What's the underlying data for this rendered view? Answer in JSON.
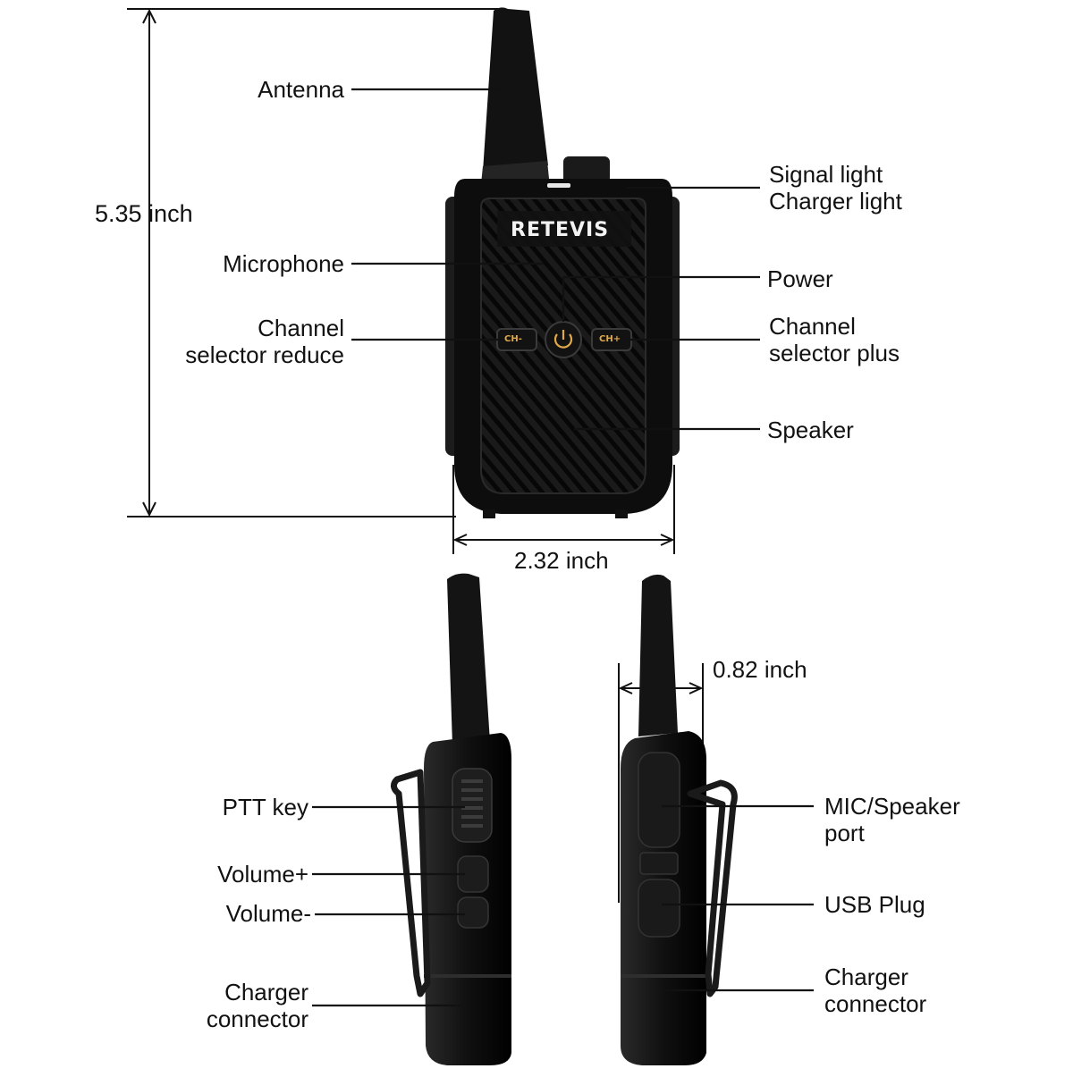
{
  "product": {
    "brand_logo": "RETEVIS",
    "button_ch_minus": "CH-",
    "button_ch_plus": "CH+",
    "power_icon": "power-icon"
  },
  "dimensions": {
    "height": "5.35 inch",
    "width": "2.32 inch",
    "depth": "0.82 inch"
  },
  "labels": {
    "antenna": "Antenna",
    "signal_light": "Signal light",
    "charger_light": "Charger light",
    "microphone": "Microphone",
    "power": "Power",
    "channel_reduce_1": "Channel",
    "channel_reduce_2": "selector reduce",
    "channel_plus_1": "Channel",
    "channel_plus_2": "selector plus",
    "speaker": "Speaker",
    "ptt_key": "PTT key",
    "volume_plus": "Volume+",
    "volume_minus": "Volume-",
    "charger_connector_left_1": "Charger",
    "charger_connector_left_2": "connector",
    "mic_speaker_port_1": "MIC/Speaker",
    "mic_speaker_port_2": "port",
    "usb_plug": "USB Plug",
    "charger_connector_right_1": "Charger",
    "charger_connector_right_2": "connector"
  },
  "colors": {
    "body": "#141414",
    "accent": "#e0a84a",
    "line": "#111111"
  }
}
